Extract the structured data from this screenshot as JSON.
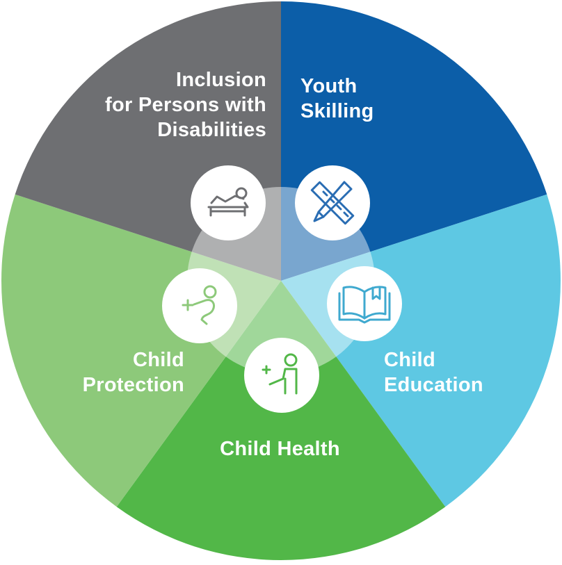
{
  "segments": [
    {
      "id": "youth-skilling",
      "lines": [
        "Youth",
        "Skilling"
      ],
      "color": "#0c5ea8",
      "icon": "ruler-pencil-icon"
    },
    {
      "id": "child-education",
      "lines": [
        "Child",
        "Education"
      ],
      "color": "#5ec8e3",
      "icon": "open-book-icon"
    },
    {
      "id": "child-health",
      "lines": [
        "Child Health"
      ],
      "color": "#52b748",
      "icon": "child-health-icon"
    },
    {
      "id": "child-protection",
      "lines": [
        "Child",
        "Protection"
      ],
      "color": "#8dc97a",
      "icon": "child-protection-icon"
    },
    {
      "id": "inclusion",
      "lines": [
        "Inclusion",
        "for Persons with",
        "Disabilities"
      ],
      "color": "#6e6f72",
      "icon": "person-reclining-icon"
    }
  ],
  "colors": {
    "icon_stroke_blue": "#2a6db3",
    "icon_stroke_lightblue": "#3fa9cf",
    "icon_stroke_green": "#52b748",
    "icon_stroke_gray": "#6e6f72",
    "hub_overlay": "#ffffff"
  }
}
